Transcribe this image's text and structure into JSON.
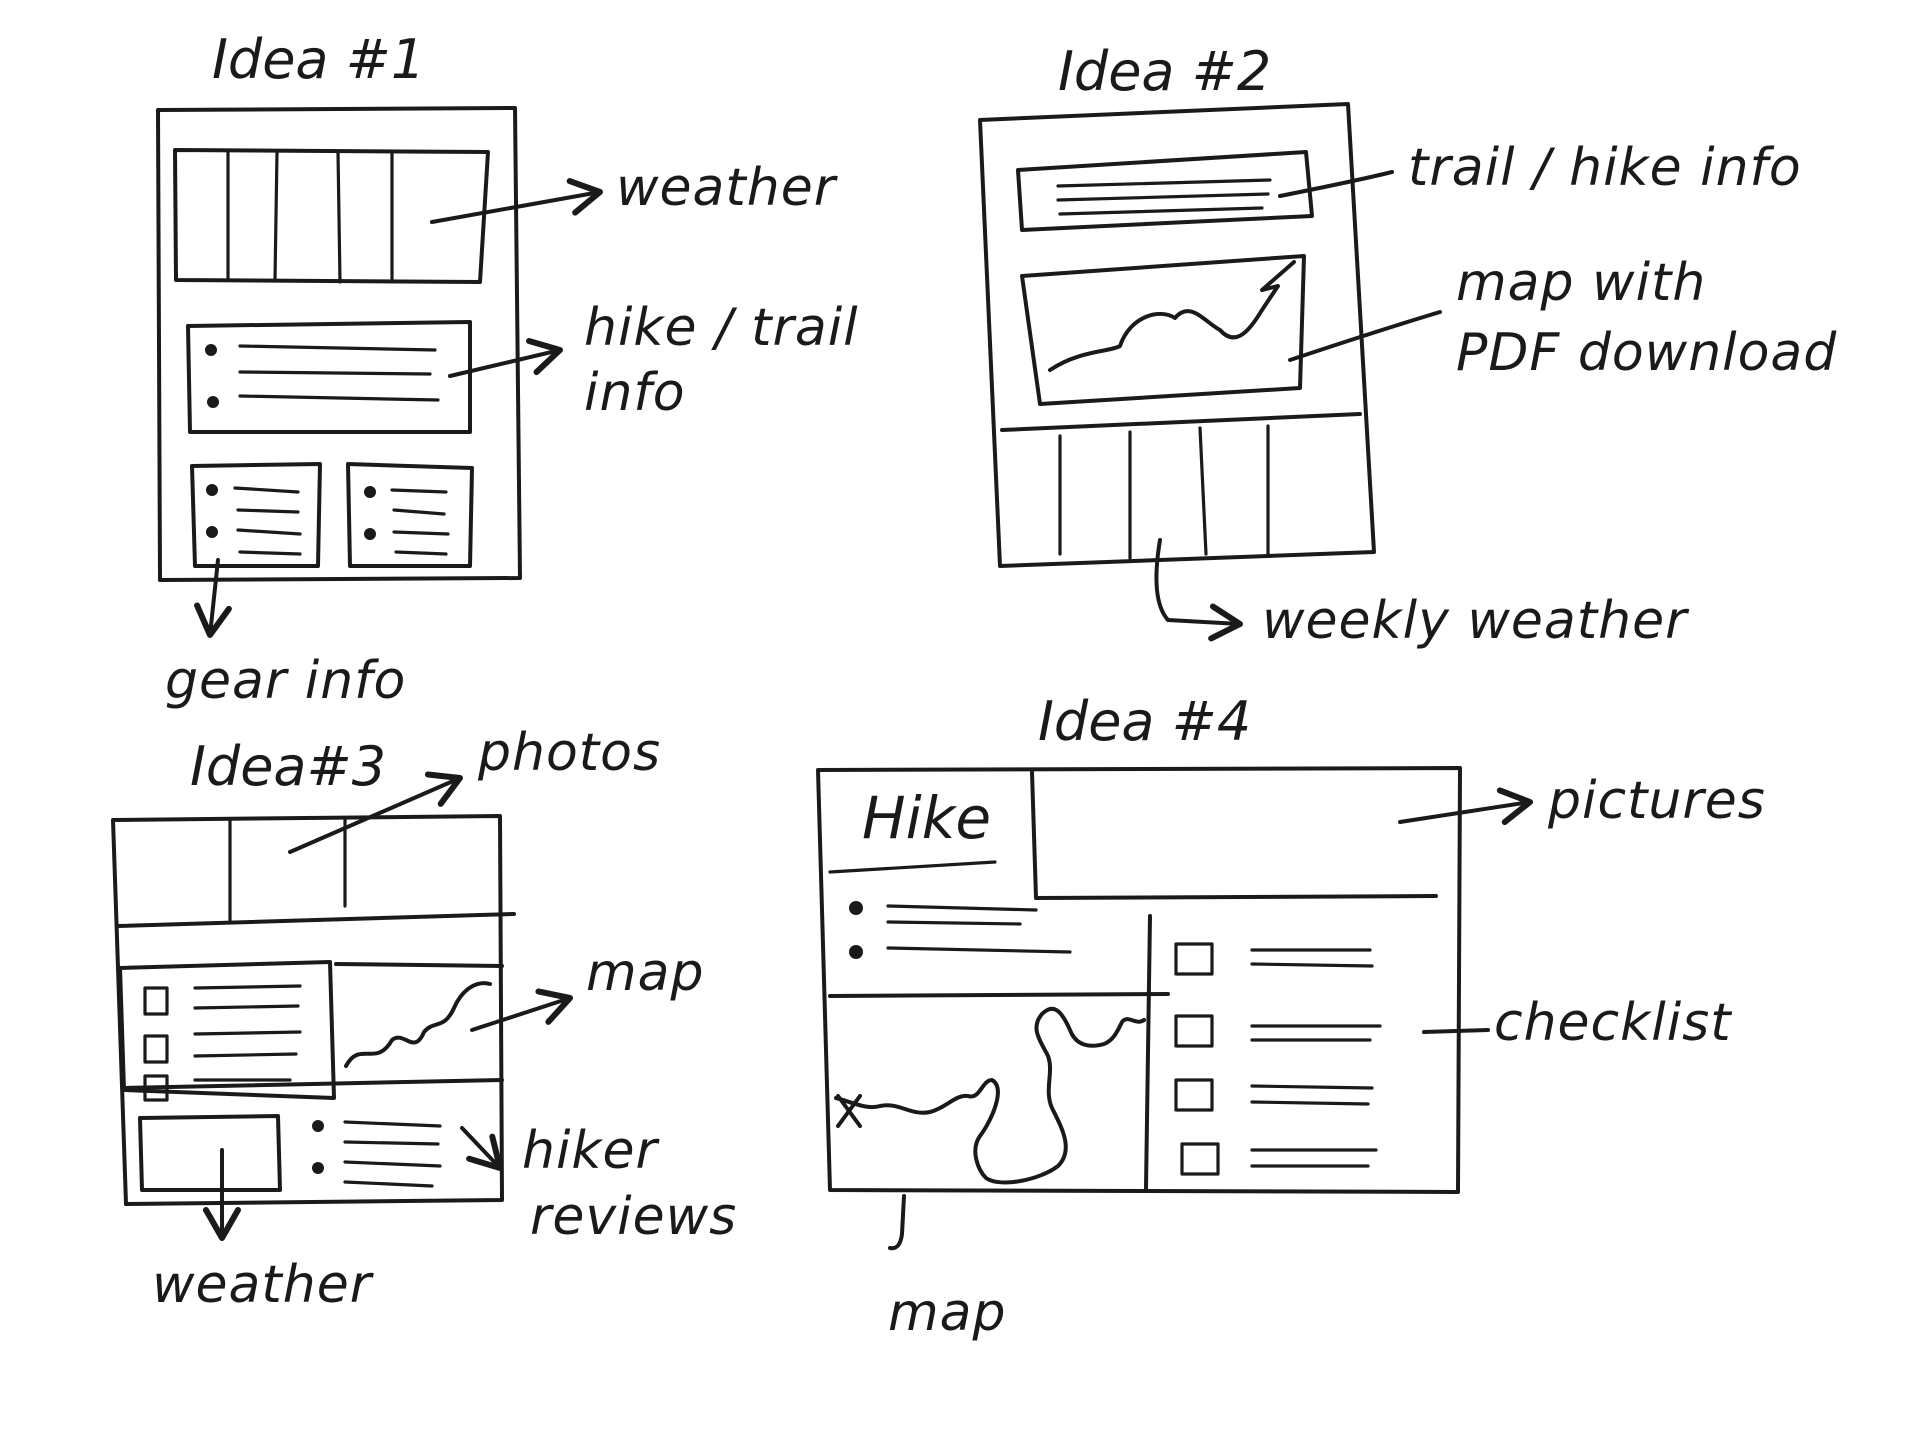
{
  "ideas": [
    {
      "title": "Idea #1",
      "labels": {
        "weather": "weather",
        "hike_info_l1": "hike / trail",
        "hike_info_l2": "info",
        "gear": "gear info"
      }
    },
    {
      "title": "Idea #2",
      "labels": {
        "trail_info": "trail / hike info",
        "map_l1": "map with",
        "map_l2": "PDF download",
        "weekly_weather": "weekly weather"
      }
    },
    {
      "title": "Idea#3",
      "labels": {
        "photos": "photos",
        "map": "map",
        "reviews_l1": "hiker",
        "reviews_l2": "reviews",
        "weather": "weather"
      }
    },
    {
      "title": "Idea #4",
      "labels": {
        "hike_heading": "Hike",
        "pictures": "pictures",
        "checklist": "checklist",
        "map": "map"
      }
    }
  ]
}
